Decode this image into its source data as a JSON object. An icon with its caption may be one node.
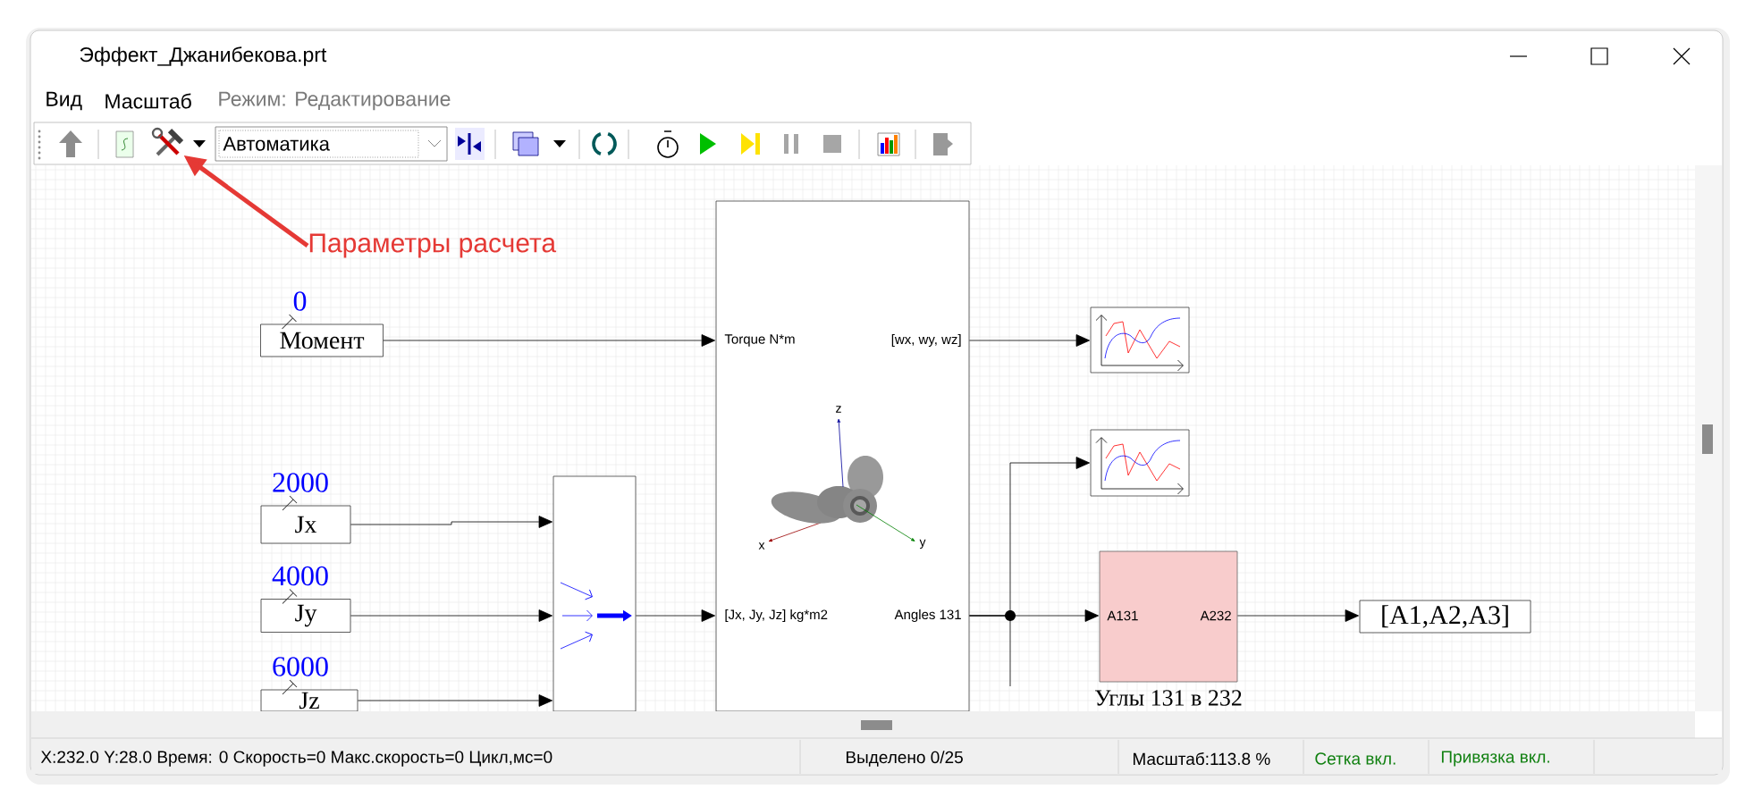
{
  "diagram": {
    "nodes": [
      {
        "text": [],
        "shape": "picture"
      },
      {
        "text": [
          "Параметры расчета"
        ]
      },
      {
        "text": [
          "Момент"
        ],
        "beside": [
          "0"
        ]
      },
      {
        "text": [
          "Torque N*m",
          "[wx, wy, wz]",
          "[Jx, Jy, Jz] kg*m2",
          "Angles 131"
        ]
      },
      {
        "text": [],
        "shape": "picture"
      },
      {
        "text": [],
        "shape": "picture"
      },
      {
        "text": [
          "Jx"
        ],
        "beside": [
          "2000"
        ]
      },
      {
        "text": [],
        "shape": "box"
      },
      {
        "text": [
          "Jy"
        ],
        "beside": [
          "4000"
        ]
      },
      {
        "text": [
          "A131",
          "A232"
        ],
        "beside": [
          "Углы 131 в 232"
        ]
      },
      {
        "text": [
          "[A1,A2,A3]"
        ]
      },
      {
        "text": [
          "Jz"
        ],
        "beside": [
          "6000"
        ]
      }
    ],
    "edges": [
      {
        "from": 2,
        "to": 3,
        "arrow": "to"
      },
      {
        "from": 6,
        "to": 7,
        "arrow": "to"
      },
      {
        "from": 8,
        "to": 7,
        "arrow": "to"
      },
      {
        "from": 11,
        "to": 7,
        "arrow": "to"
      },
      {
        "from": 7,
        "to": 3,
        "arrow": "to"
      },
      {
        "from": 3,
        "to": 4,
        "arrow": "to"
      },
      {
        "from": 3,
        "to": 5,
        "arrow": "to"
      },
      {
        "from": 3,
        "to": 9,
        "arrow": "to"
      },
      {
        "from": 3,
        "to": null,
        "arrow": "none"
      },
      {
        "from": 9,
        "to": 10,
        "arrow": "to"
      },
      {
        "from": 1,
        "to": 0,
        "arrow": "to",
        "style": "thick",
        "color": "#e53935"
      }
    ],
    "labels": [
      "Эффект_Джанибекова.prt",
      "Вид",
      "Масштаб",
      "Режим: Редактирование",
      "Автоматика",
      "z",
      "x",
      "y",
      "X:232.0 Y:28.0 Время: 0 Скорость=0 Макс.скорость=0 Цикл,мс=0",
      "Выделено 0/25",
      "Масштаб:113.8 %",
      "Сетка вкл.",
      "Привязка вкл."
    ]
  }
}
